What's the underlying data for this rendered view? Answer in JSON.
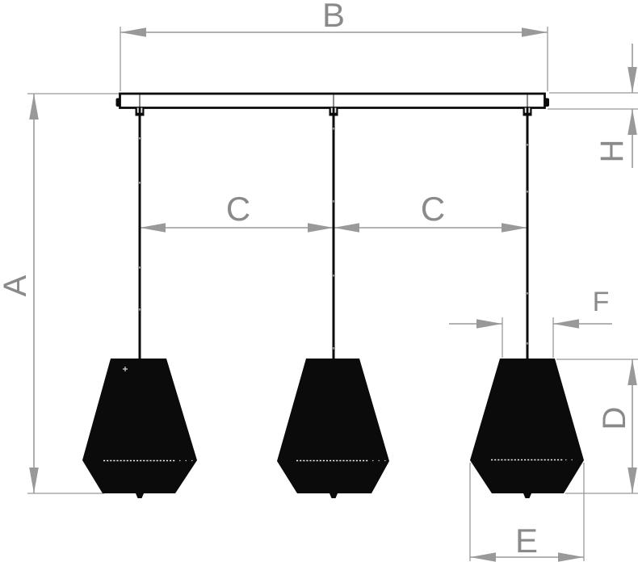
{
  "drawing": {
    "kind": "pendant-lamp-dimension-diagram",
    "dimensions": {
      "overall_height": "A",
      "canopy_width": "B",
      "pendant_spacing_left": "C",
      "pendant_spacing_right": "C",
      "shade_height": "D",
      "shade_max_width": "E",
      "shade_top_width": "F",
      "canopy_height": "H"
    }
  },
  "colors": {
    "dimension": "#999999",
    "label": "#8a8a8a",
    "fixture": "#0b0b0b",
    "background": "#ffffff"
  }
}
